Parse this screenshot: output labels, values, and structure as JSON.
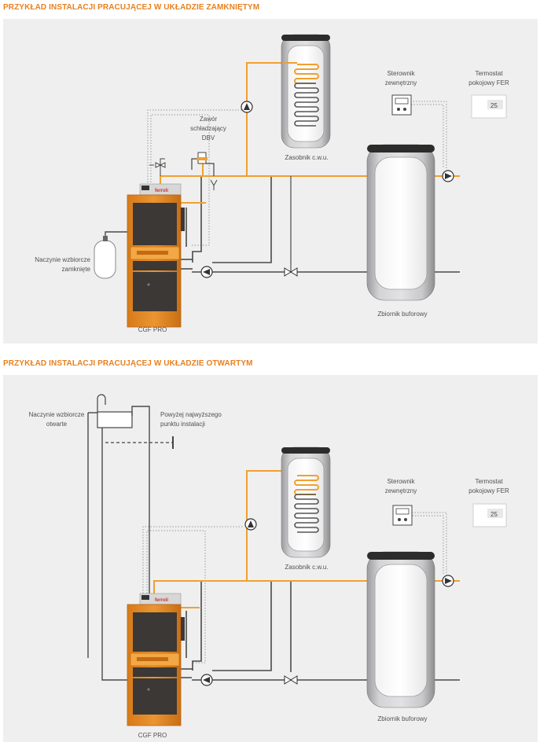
{
  "section1": {
    "title": "PRZYKŁAD INSTALACJI PRACUJĄCEJ W UKŁADZIE ZAMKNIĘTYM",
    "labels": {
      "valve_line1": "Zawór",
      "valve_line2": "schładzający",
      "valve_line3": "DBV",
      "expansion_line1": "Naczynie wzbiorcze",
      "expansion_line2": "zamknięte",
      "boiler": "CGF PRO",
      "cwu_tank": "Zasobnik c.w.u.",
      "buffer_tank": "Zbiornik buforowy",
      "controller_line1": "Sterownik",
      "controller_line2": "zewnętrzny",
      "thermostat_line1": "Termostat",
      "thermostat_line2": "pokojowy FER",
      "boiler_brand": "ferroli",
      "display_value": "25"
    }
  },
  "section2": {
    "title": "PRZYKŁAD INSTALACJI PRACUJĄCEJ W UKŁADZIE OTWARTYM",
    "labels": {
      "expansion_line1": "Naczynie wzbiorcze",
      "expansion_line2": "otwarte",
      "above_line1": "Powyżej najwyższego",
      "above_line2": "punktu instalacji",
      "boiler": "CGF PRO",
      "cwu_tank": "Zasobnik c.w.u.",
      "buffer_tank": "Zbiornik buforowy",
      "controller_line1": "Sterownik",
      "controller_line2": "zewnętrzny",
      "thermostat_line1": "Termostat",
      "thermostat_line2": "pokojowy FER",
      "boiler_brand": "ferroli",
      "display_value": "25"
    }
  },
  "colors": {
    "accent": "#e8801e",
    "pipe_orange": "#f0a030",
    "pipe_dark": "#444444",
    "boiler_body": "#e28a25",
    "tank_body": "#c4c4c6",
    "panel_bg": "#efefef"
  }
}
